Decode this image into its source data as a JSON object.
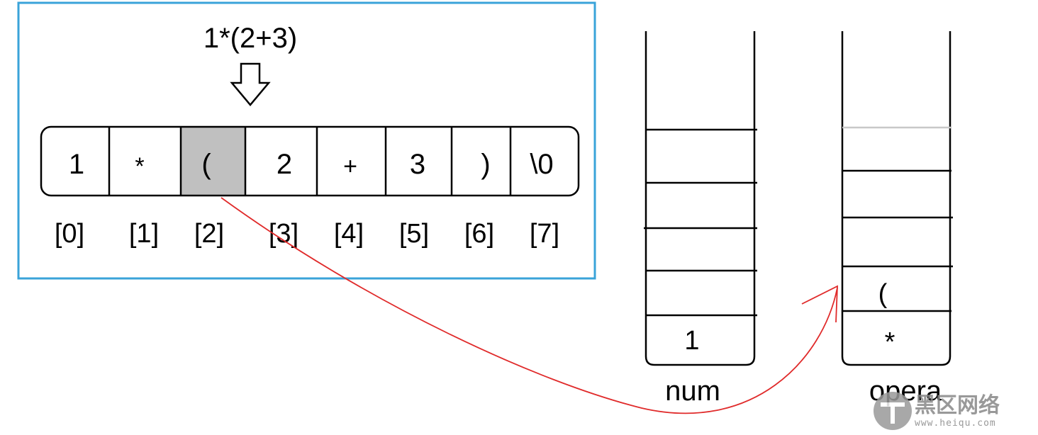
{
  "expression": "1*(2+3)",
  "array": {
    "cells": [
      "1",
      "*",
      "(",
      "2",
      "+",
      "3",
      ")",
      "\\0"
    ],
    "indices": [
      "[0]",
      "[1]",
      "[2]",
      "[3]",
      "[4]",
      "[5]",
      "[6]",
      "[7]"
    ],
    "highlighted_index": 2
  },
  "stacks": {
    "num": {
      "label": "num",
      "items": [
        "1"
      ]
    },
    "opera": {
      "label": "opera",
      "items": [
        "*",
        "("
      ]
    }
  },
  "colors": {
    "frame": "#3aa3d9",
    "highlight": "#c0c0c0",
    "arrow": "#e02a2a",
    "stroke": "#000000",
    "gray_line": "#c8c8c8"
  },
  "watermark": {
    "brand": "黑区网络",
    "url": "www.heiqu.com"
  }
}
